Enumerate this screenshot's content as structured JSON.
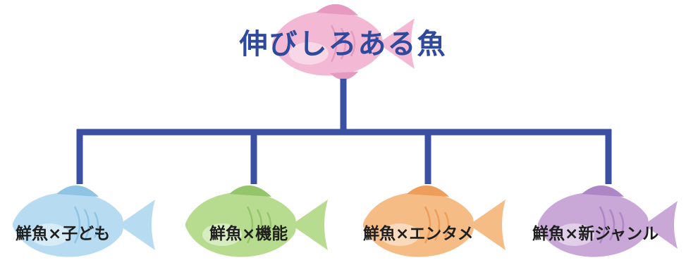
{
  "diagram": {
    "root": {
      "label": "伸びしろある魚",
      "fish_color": "#f3b8d3",
      "fish_detail": "#e79ac0"
    },
    "connector_color": "#3b4fa3",
    "children": [
      {
        "label": "鮮魚×子ども",
        "fish_color": "#b7dcf1",
        "fish_detail": "#90c4e4"
      },
      {
        "label": "鮮魚×機能",
        "fish_color": "#b8dc8f",
        "fish_detail": "#95c56b"
      },
      {
        "label": "鮮魚×エンタメ",
        "fish_color": "#f6bc86",
        "fish_detail": "#ec9e5a"
      },
      {
        "label": "鮮魚×新ジャンル",
        "fish_color": "#c9a8d8",
        "fish_detail": "#ad86c6"
      }
    ]
  }
}
